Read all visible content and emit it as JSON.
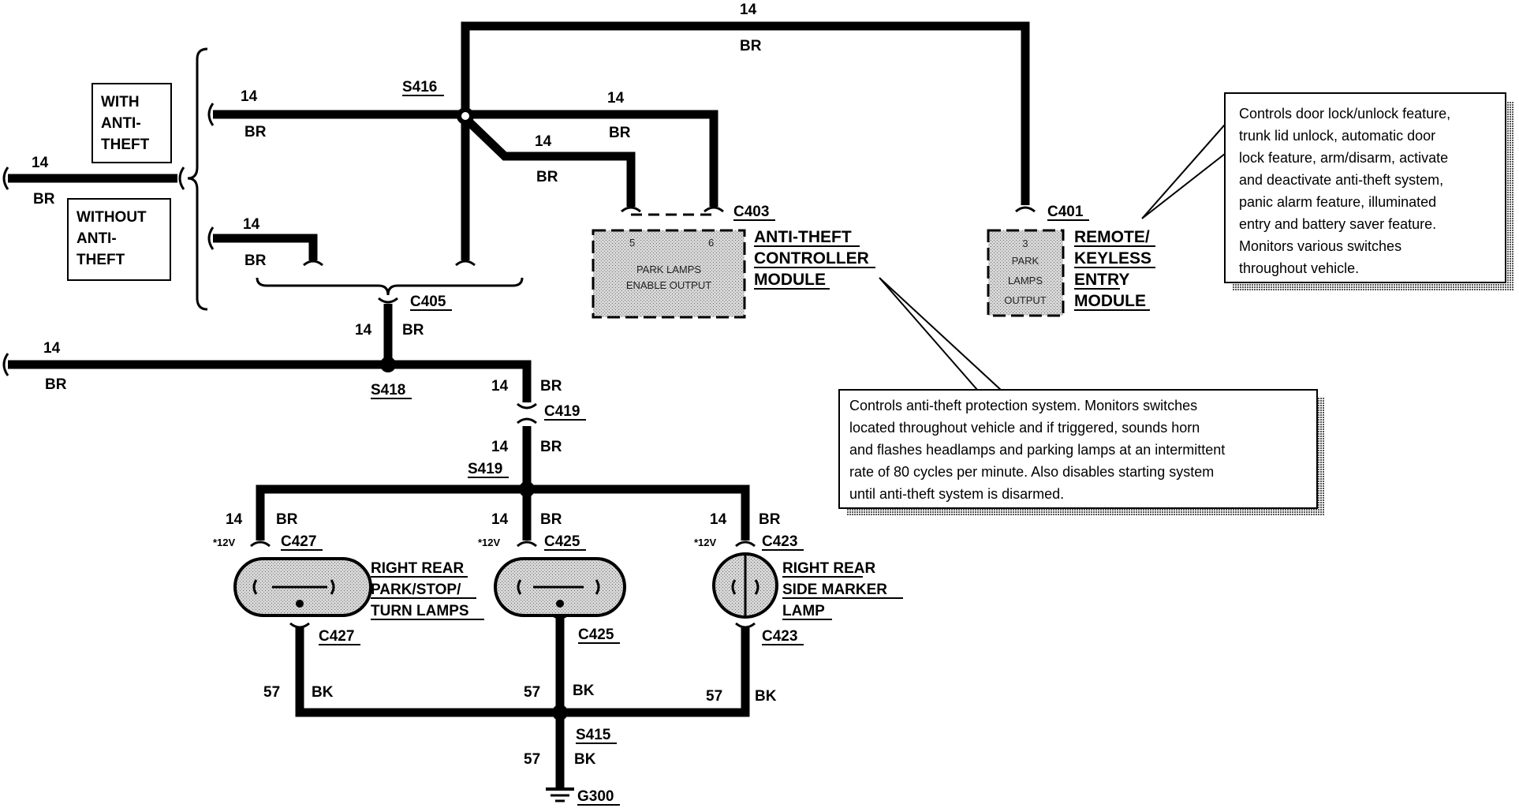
{
  "colors": {
    "ink": "#000000",
    "module_fill": "#c8c8c8",
    "shadow": "#8a8a8a"
  },
  "option_boxes": {
    "with": [
      "WITH",
      "ANTI-",
      "THEFT"
    ],
    "without": [
      "WITHOUT",
      "ANTI-",
      "THEFT"
    ]
  },
  "wires": {
    "gauge_14": "14",
    "gauge_57": "57",
    "color_br": "BR",
    "color_bk": "BK"
  },
  "splices": {
    "s416": "S416",
    "s418": "S418",
    "s419": "S419",
    "s415": "S415"
  },
  "connectors": {
    "c403": "C403",
    "c401": "C401",
    "c405": "C405",
    "c419": "C419",
    "c427": "C427",
    "c425": "C425",
    "c423": "C423"
  },
  "ground": "G300",
  "voltage_tag": "*12V",
  "modules": {
    "anti_theft": {
      "name": [
        "ANTI-THEFT",
        "CONTROLLER",
        "MODULE"
      ],
      "pins": [
        "5",
        "6"
      ],
      "text": [
        "PARK LAMPS",
        "ENABLE OUTPUT"
      ]
    },
    "rke": {
      "name": [
        "REMOTE/",
        "KEYLESS",
        "ENTRY",
        "MODULE"
      ],
      "pin": "3",
      "text": [
        "PARK",
        "LAMPS",
        "OUTPUT"
      ]
    }
  },
  "lamps": {
    "park_stop_turn": [
      "RIGHT REAR",
      "PARK/STOP/",
      "TURN LAMPS"
    ],
    "side_marker": [
      "RIGHT REAR",
      "SIDE MARKER",
      "LAMP"
    ]
  },
  "notes": {
    "rke": [
      "Controls door lock/unlock feature,",
      "trunk lid unlock, automatic door",
      "lock feature, arm/disarm, activate",
      "and deactivate anti-theft system,",
      "panic alarm feature, illuminated",
      "entry and battery saver feature.",
      "Monitors various switches",
      "throughout vehicle."
    ],
    "anti_theft": [
      "Controls anti-theft protection system.  Monitors switches",
      "located throughout vehicle and if triggered, sounds horn",
      "and flashes headlamps and parking lamps at an intermittent",
      "rate of 80 cycles per minute.  Also disables starting system",
      "until anti-theft system is disarmed."
    ]
  }
}
